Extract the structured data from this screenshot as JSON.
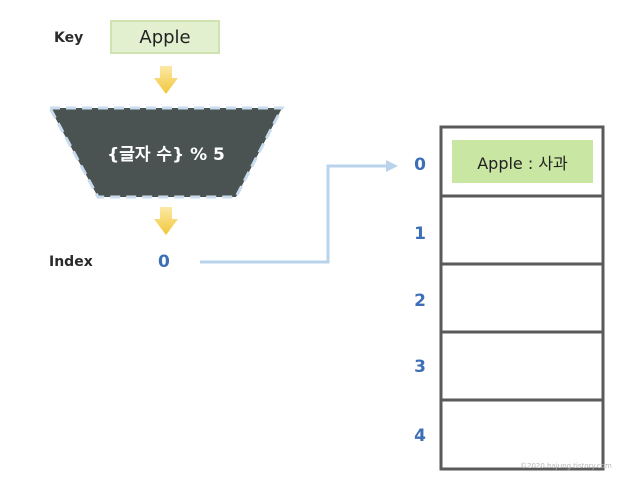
{
  "key": {
    "label": "Key",
    "value": "Apple"
  },
  "hash_function": {
    "label": "{글자 수} % 5"
  },
  "index": {
    "label": "Index",
    "value": "0"
  },
  "table": {
    "indices": [
      "0",
      "1",
      "2",
      "3",
      "4"
    ],
    "entry": "Apple : 사과"
  },
  "watermark": "©2020 hajung.tistory.com",
  "colors": {
    "key_box": "#e3f0cf",
    "entry_box": "#c9e6a2",
    "funnel": "#4a5352",
    "arrow": "#f5cf45",
    "connector": "#b9d3ec",
    "index_text": "#3d6fb8",
    "table_border": "#5a5a5a"
  }
}
